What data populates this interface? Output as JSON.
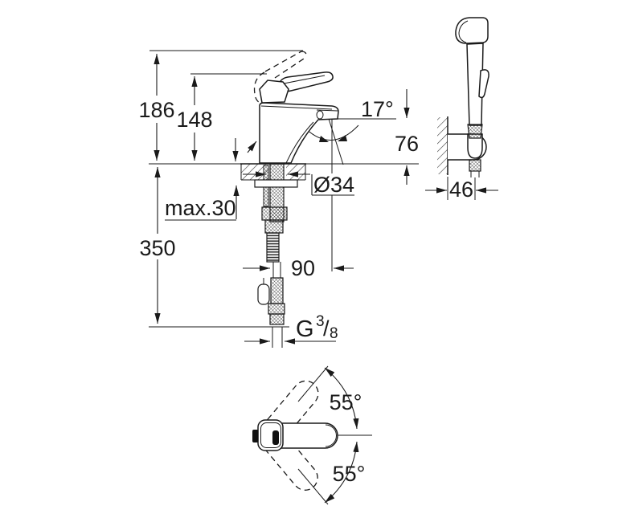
{
  "figure": {
    "kind": "technical dimension drawing",
    "background": "#ffffff",
    "line_color": "#1a1a1a"
  },
  "dims": {
    "total_height": "186",
    "lever_height": "148",
    "spout_angle": "17°",
    "outlet_height": "76",
    "max_mounting_thickness": "max.30",
    "hole_diameter": "Ø34",
    "supply_length": "350",
    "spout_reach": "90",
    "holder_depth": "46",
    "swivel_upper": "55°",
    "swivel_lower": "55°",
    "thread_g": "G",
    "thread_num": "3",
    "thread_slash": "/",
    "thread_den": "8"
  }
}
